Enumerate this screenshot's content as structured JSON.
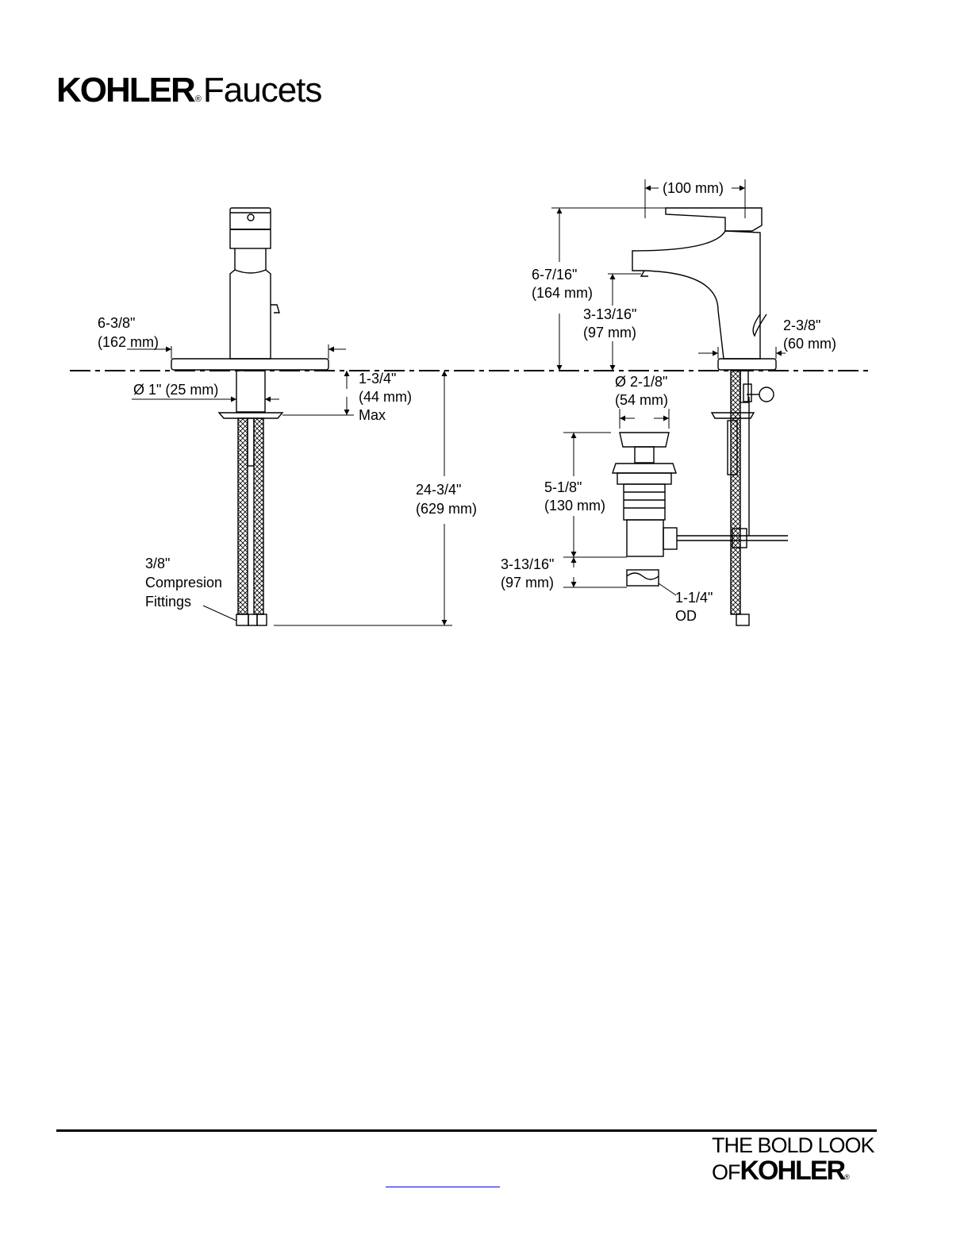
{
  "header": {
    "brand": "KOHLER",
    "registered": "®",
    "product_line": "Faucets"
  },
  "front_view": {
    "width_in": "6-3/8\"",
    "width_mm": "(162 mm)",
    "hole_dia": "Ø 1\" (25 mm)",
    "deck_in": "1-3/4\"",
    "deck_mm": "(44 mm)",
    "deck_max": "Max",
    "supply_in": "24-3/4\"",
    "supply_mm": "(629 mm)",
    "fittings_1": "3/8\"",
    "fittings_2": "Compresion",
    "fittings_3": "Fittings"
  },
  "side_view": {
    "reach_mm": "(100 mm)",
    "height_in": "6-7/16\"",
    "height_mm": "(164 mm)",
    "spout_in": "3-13/16\"",
    "spout_mm": "(97 mm)",
    "base_in": "2-3/8\"",
    "base_mm": "(60 mm)",
    "drain_dia_in": "Ø 2-1/8\"",
    "drain_dia_mm": "(54 mm)",
    "drain_len_in": "5-1/8\"",
    "drain_len_mm": "(130 mm)",
    "tail_in": "3-13/16\"",
    "tail_mm": "(97 mm)",
    "od_1": "1-1/4\"",
    "od_2": "OD"
  },
  "footer": {
    "tagline_1": "THE BOLD LOOK",
    "tagline_of": "OF",
    "tagline_brand": "KOHLER",
    "tagline_reg": "®"
  }
}
